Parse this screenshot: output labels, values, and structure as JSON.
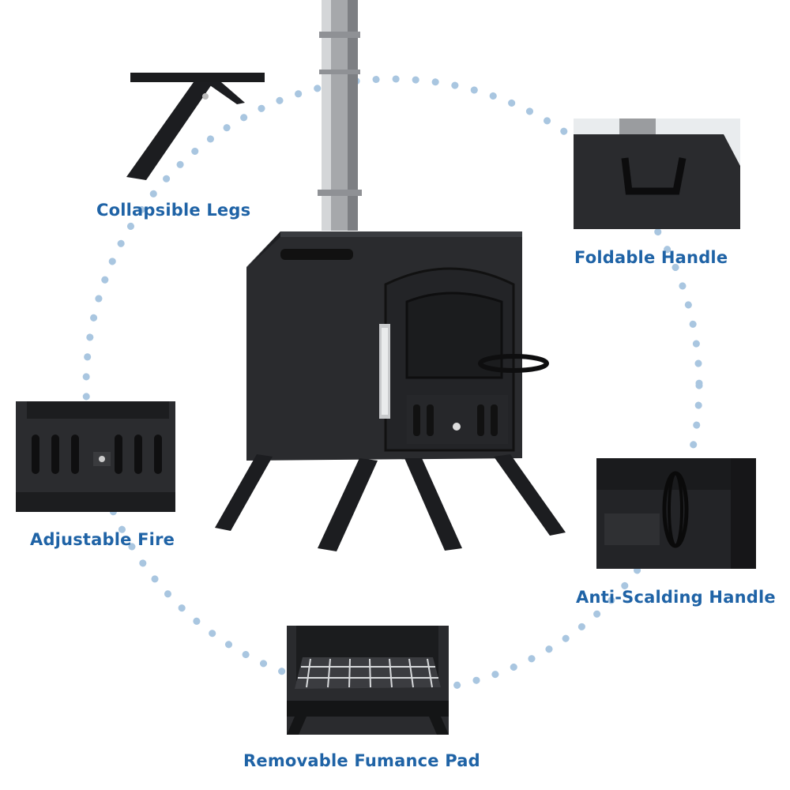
{
  "features": {
    "collapsible_legs": "Collapsible Legs",
    "foldable_handle": "Foldable Handle",
    "adjustable_fire": "Adjustable Fire",
    "anti_scalding_handle": "Anti-Scalding Handle",
    "removable_pad": "Removable Fumance Pad"
  },
  "colors": {
    "label": "#1f63a6",
    "dots": "#a9c6e0",
    "stove_body": "#2a2b2e"
  },
  "icons": {
    "stove": "wood-burning-tent-stove"
  }
}
